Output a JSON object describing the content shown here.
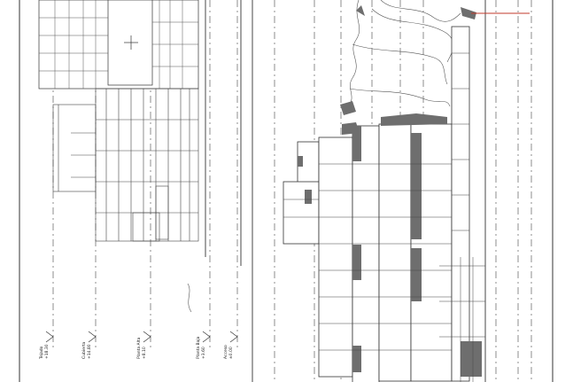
{
  "drawing": {
    "type": "architectural elevation (rotated 90°)",
    "line_color": "#2a2a2a",
    "shade_color": "#6e6e6e",
    "accent_mark_color": "#c0392b"
  },
  "levels": [
    {
      "name": "Tejado",
      "value": "+18.30"
    },
    {
      "name": "Cubierta",
      "value": "+14.80"
    },
    {
      "name": "Planta Alta",
      "value": "+8.10"
    },
    {
      "name": "Planta Baja",
      "value": "+3.60"
    },
    {
      "name": "Acceso",
      "value": "±0.00"
    }
  ]
}
